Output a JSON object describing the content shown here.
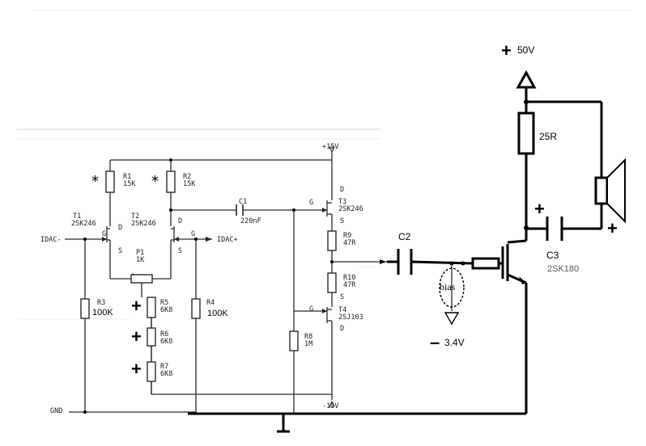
{
  "labels": {
    "rail_pos": "+15V",
    "rail_neg": "-15V",
    "gnd": "GND",
    "idac_minus": "IDAC-",
    "idac_plus": "IDAC+",
    "r1_name": "R1",
    "r1_val": "15K",
    "r2_name": "R2",
    "r2_val": "15K",
    "c1_name": "C1",
    "c1_val": "220nF",
    "t1_name": "T1",
    "t1_val": "2SK246",
    "t2_name": "T2",
    "t2_val": "2SK246",
    "t3_name": "T3",
    "t3_val": "2SK246",
    "t4_name": "T4",
    "t4_val": "2SJ103",
    "p1_name": "P1",
    "p1_val": "1K",
    "r3_name": "R3",
    "r3_val": "100K",
    "r4_name": "R4",
    "r4_val": "100K",
    "r5_name": "R5",
    "r5_val": "6K8",
    "r6_name": "R6",
    "r6_val": "6K8",
    "r7_name": "R7",
    "r7_val": "6K8",
    "r8_name": "R8",
    "r8_val": "1M",
    "r9_name": "R9",
    "r9_val": "47R",
    "r10_name": "R10",
    "r10_val": "47R",
    "pin_g": "G",
    "pin_d": "D",
    "pin_s": "S",
    "c2": "C2",
    "c3": "C3",
    "r_load": "25R",
    "v50": "50V",
    "bias": "bias",
    "bias_v": "3.4V",
    "q_out": "2SK180",
    "plus": "+",
    "star": "*"
  }
}
